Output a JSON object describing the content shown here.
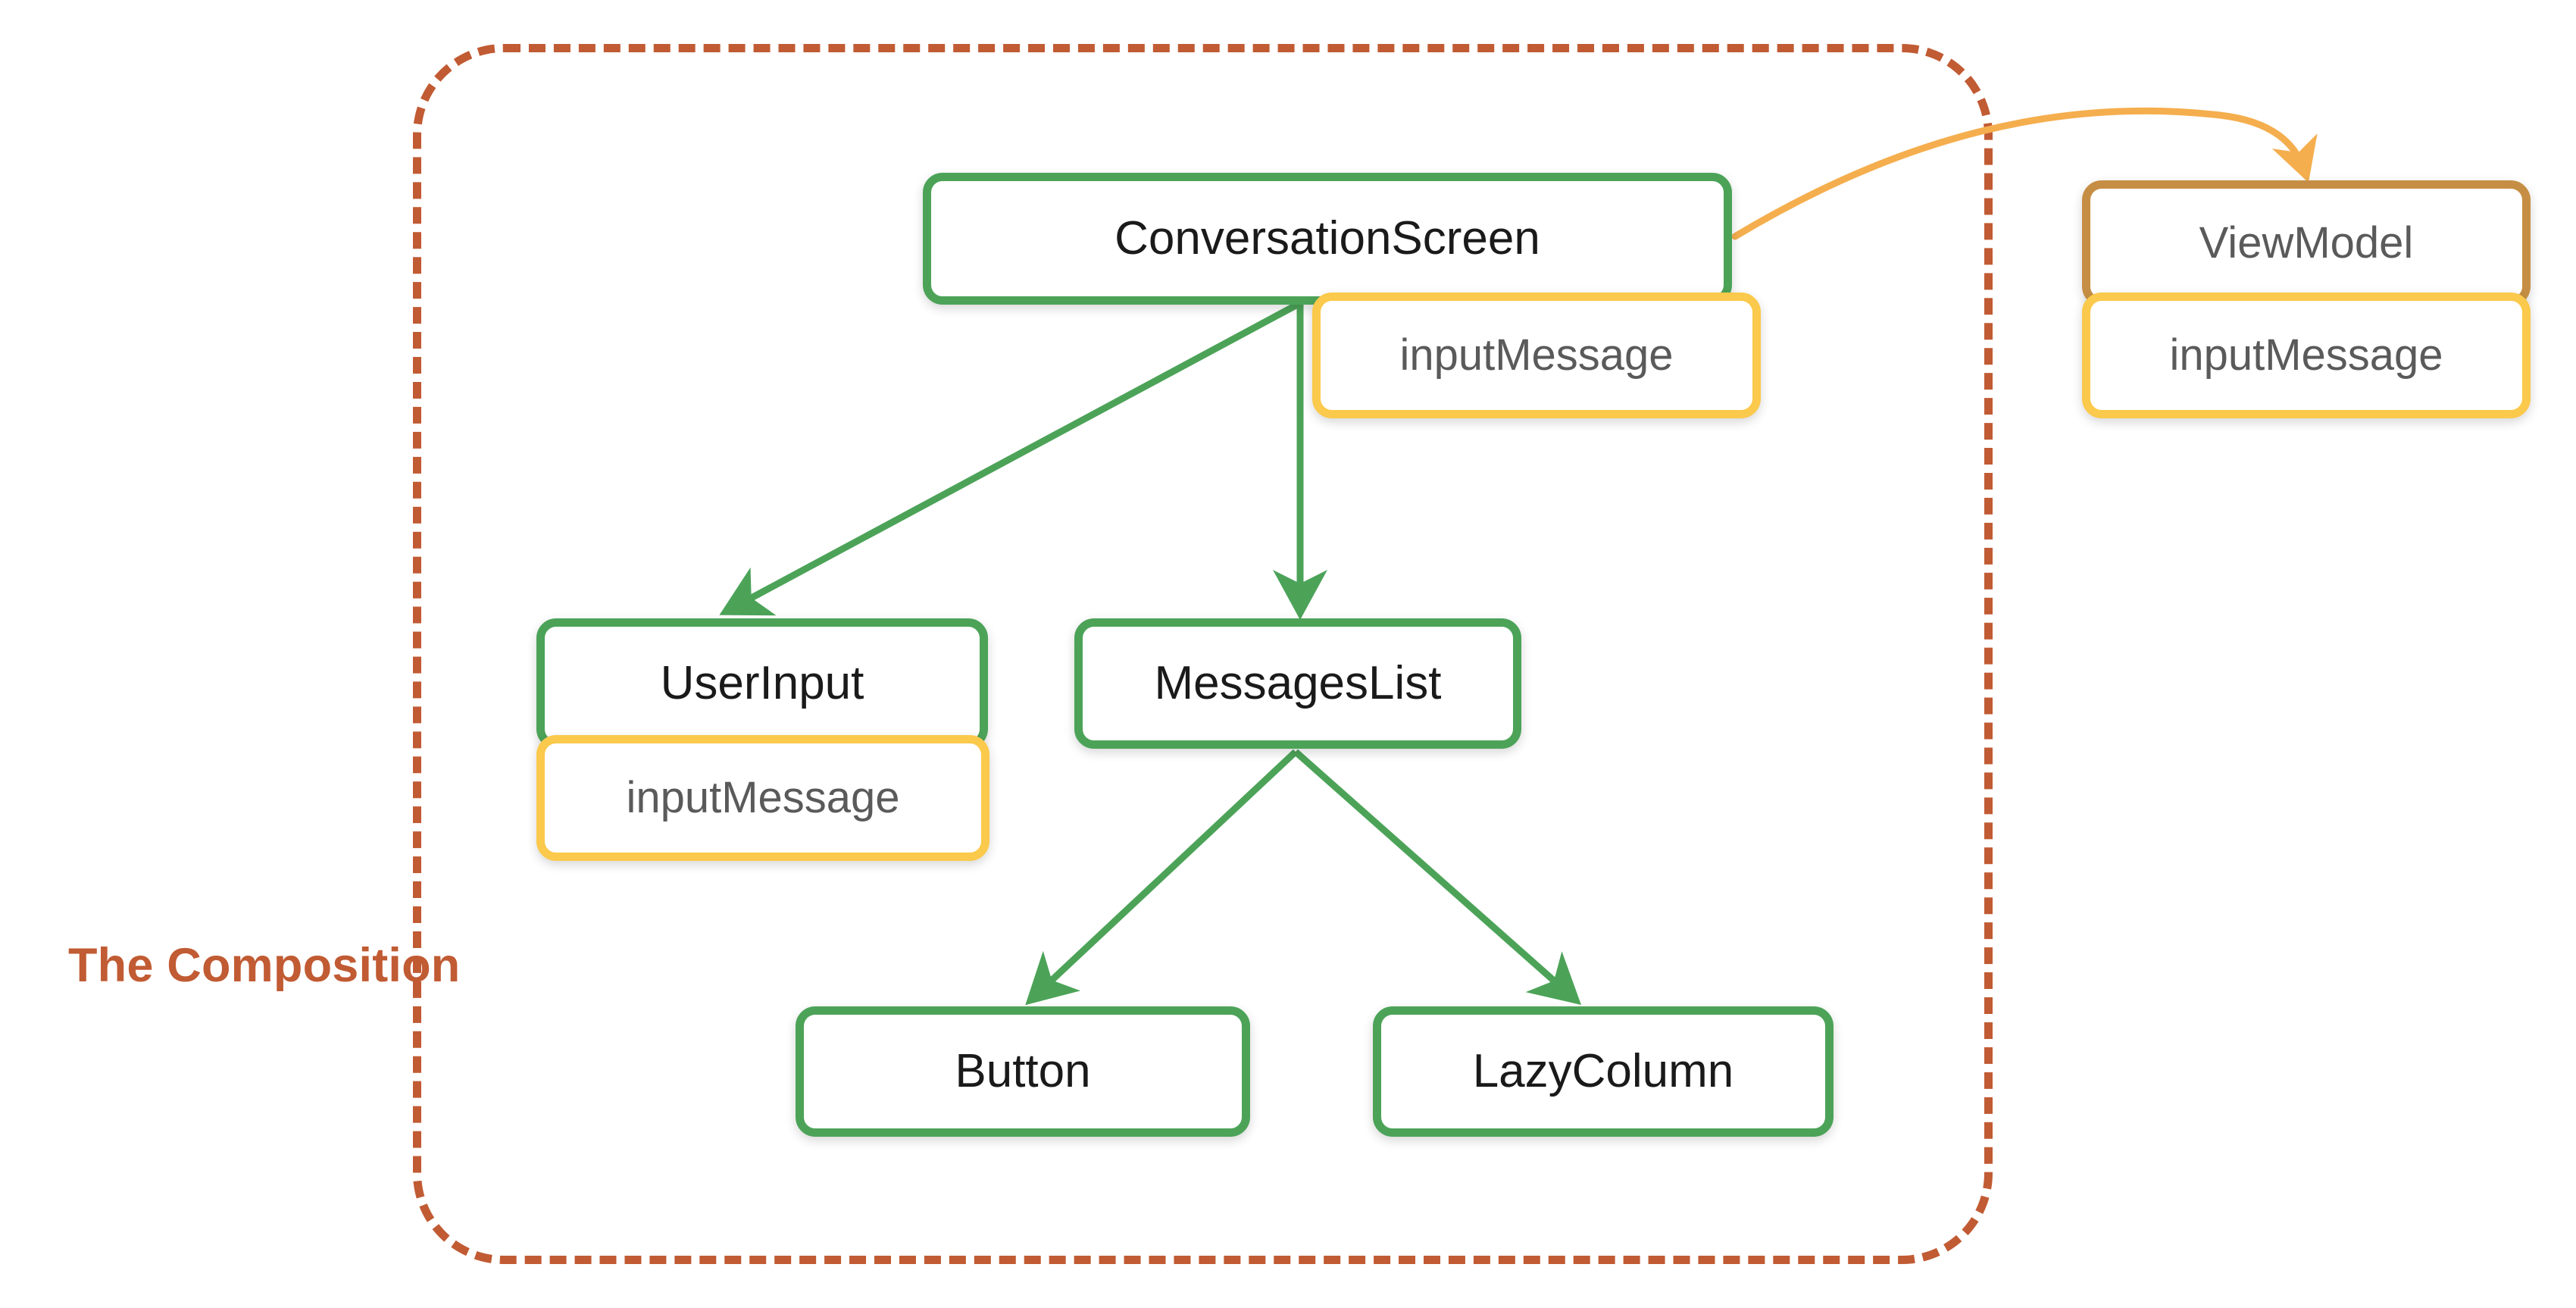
{
  "diagram": {
    "title": "The Composition",
    "boundary_label": "The Composition",
    "colors": {
      "composable_border": "#4CA358",
      "state_border": "#FBC94B",
      "viewmodel_border": "#C68E44",
      "boundary_dashed": "#C15B33",
      "state_arrow": "#F5AE4E",
      "background": "#FFFFFF",
      "composable_text": "#1A1A1A",
      "state_text": "#5A5A5A"
    },
    "nodes": {
      "conversation_screen": {
        "label": "ConversationScreen",
        "kind": "composable"
      },
      "conversation_screen_state": {
        "label": "inputMessage",
        "kind": "state"
      },
      "user_input": {
        "label": "UserInput",
        "kind": "composable"
      },
      "user_input_state": {
        "label": "inputMessage",
        "kind": "state"
      },
      "messages_list": {
        "label": "MessagesList",
        "kind": "composable"
      },
      "button": {
        "label": "Button",
        "kind": "composable"
      },
      "lazy_column": {
        "label": "LazyColumn",
        "kind": "composable"
      },
      "view_model": {
        "label": "ViewModel",
        "kind": "viewmodel"
      },
      "view_model_state": {
        "label": "inputMessage",
        "kind": "state"
      }
    },
    "edges": [
      {
        "from": "conversation_screen",
        "to": "user_input",
        "color": "#4CA358",
        "style": "solid"
      },
      {
        "from": "conversation_screen",
        "to": "messages_list",
        "color": "#4CA358",
        "style": "solid"
      },
      {
        "from": "messages_list",
        "to": "button",
        "color": "#4CA358",
        "style": "solid"
      },
      {
        "from": "messages_list",
        "to": "lazy_column",
        "color": "#4CA358",
        "style": "solid"
      },
      {
        "from": "conversation_screen",
        "to": "view_model",
        "color": "#F5AE4E",
        "style": "curved"
      }
    ]
  }
}
